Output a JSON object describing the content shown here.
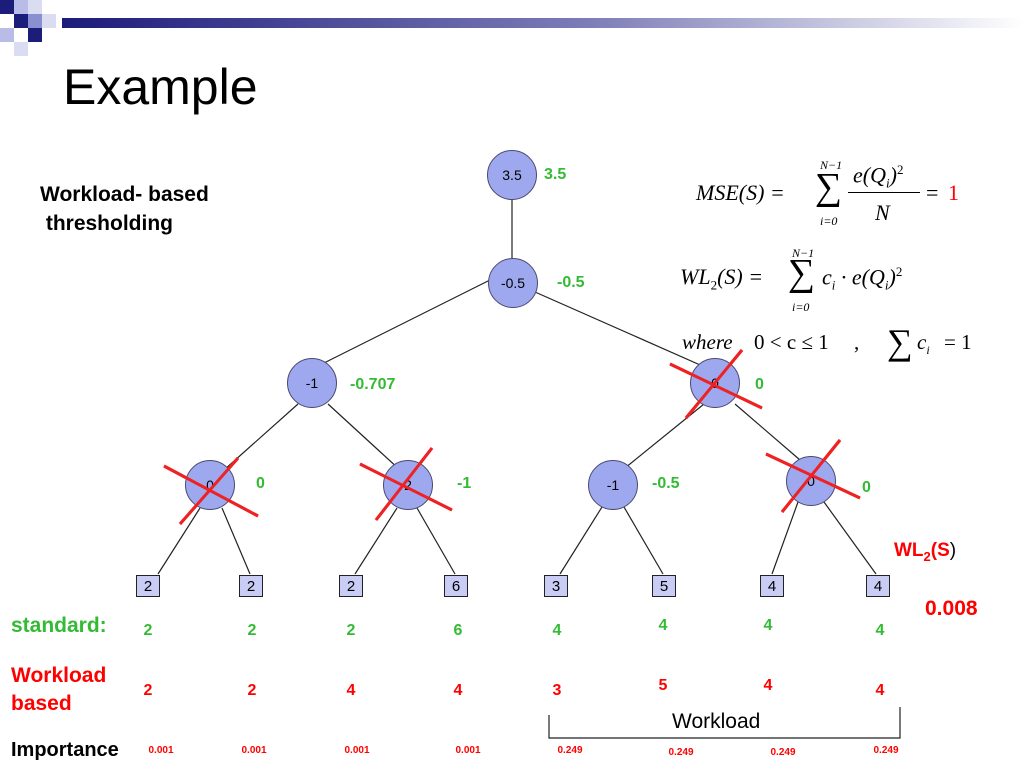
{
  "slide": {
    "title": "Example",
    "subtitle": "Workload- based\n thresholding"
  },
  "tree": {
    "root": {
      "value": "3.5",
      "label": "3.5"
    },
    "level1": {
      "value": "-0.5",
      "label": "-0.5"
    },
    "level2": [
      {
        "value": "-1",
        "label": "-0.707"
      },
      {
        "value": "0",
        "label": "0"
      }
    ],
    "level3": [
      {
        "value": "0",
        "label": "0"
      },
      {
        "value": "2",
        "label": "-1"
      },
      {
        "value": "-1",
        "label": "-0.5"
      },
      {
        "value": "0",
        "label": "0"
      }
    ],
    "leaves": [
      "2",
      "2",
      "2",
      "6",
      "3",
      "5",
      "4",
      "4"
    ]
  },
  "rows": {
    "standard": {
      "label": "standard:",
      "values": [
        "2",
        "2",
        "2",
        "6",
        "4",
        "4",
        "4",
        "4"
      ]
    },
    "workload": {
      "label": "Workload\nbased",
      "values": [
        "2",
        "2",
        "4",
        "4",
        "3",
        "5",
        "4",
        "4"
      ]
    },
    "importance": {
      "label": "Importance",
      "values": [
        "0.001",
        "0.001",
        "0.001",
        "0.001",
        "0.249",
        "0.249",
        "0.249",
        "0.249"
      ]
    }
  },
  "workload_bracket_label": "Workload",
  "wl2": {
    "label_prefix": "WL",
    "label_sub": "2",
    "label_suffix": "(S",
    "label_close": ")",
    "value": "0.008"
  },
  "formulas": {
    "mse_lhs": "MSE(S) =",
    "mse_sum_top": "N−1",
    "mse_sum_bottom": "i=0",
    "mse_numerator": "e(Q",
    "mse_num_sub": "i",
    "mse_num_close": ")",
    "mse_num_sup": "2",
    "mse_denominator": "N",
    "mse_eq": "=",
    "mse_result": "1",
    "wl_lhs_prefix": "WL",
    "wl_lhs_sub": "2",
    "wl_lhs_suffix": "(S) =",
    "wl_sum_top": "N−1",
    "wl_sum_bottom": "i=0",
    "wl_term": "c",
    "wl_term_sub": "i",
    "wl_term_mid": " · e(Q",
    "wl_term_sub2": "i",
    "wl_term_close": ")",
    "wl_term_sup": "2",
    "where_word": "where",
    "where_cond": "0 < c ≤ 1",
    "where_comma": ",",
    "where_sum_term": "c",
    "where_sum_sub": "i",
    "where_sum_eq": "= 1"
  },
  "colors": {
    "node_fill": "#9ea8ee",
    "leaf_fill": "#c9ccf5",
    "green": "#33bb33",
    "red": "#ff0000",
    "header_bar": "#1c1c7a"
  }
}
